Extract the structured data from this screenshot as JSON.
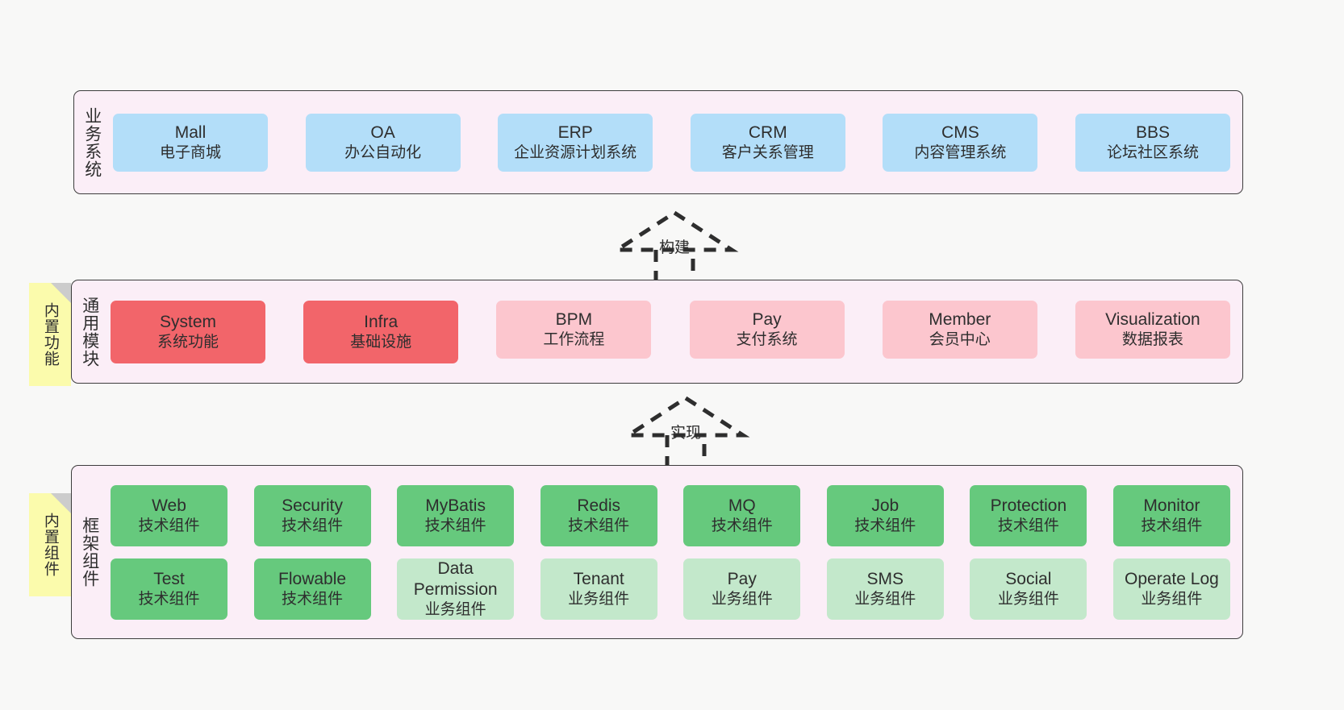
{
  "diagram": {
    "background_color": "#f8f8f7",
    "container_fill": "#fbeef7",
    "container_border": "#3d3d3d"
  },
  "layers": [
    {
      "id": "business-system",
      "label": "业务系统",
      "rows": [
        {
          "nodes": [
            {
              "en": "Mall",
              "cn": "电子商城",
              "color": "#b3def9",
              "style": "c-blue"
            },
            {
              "en": "OA",
              "cn": "办公自动化",
              "color": "#b3def9",
              "style": "c-blue"
            },
            {
              "en": "ERP",
              "cn": "企业资源计划系统",
              "color": "#b3def9",
              "style": "c-blue"
            },
            {
              "en": "CRM",
              "cn": "客户关系管理",
              "color": "#b3def9",
              "style": "c-blue"
            },
            {
              "en": "CMS",
              "cn": "内容管理系统",
              "color": "#b3def9",
              "style": "c-blue"
            },
            {
              "en": "BBS",
              "cn": "论坛社区系统",
              "color": "#b3def9",
              "style": "c-blue"
            }
          ]
        }
      ]
    },
    {
      "id": "common-module",
      "label": "通用模块",
      "sticky": "内置功能",
      "rows": [
        {
          "nodes": [
            {
              "en": "System",
              "cn": "系统功能",
              "color": "#f2656a",
              "style": "c-red"
            },
            {
              "en": "Infra",
              "cn": "基础设施",
              "color": "#f2656a",
              "style": "c-red"
            },
            {
              "en": "BPM",
              "cn": "工作流程",
              "color": "#fcc6ce",
              "style": "c-pink"
            },
            {
              "en": "Pay",
              "cn": "支付系统",
              "color": "#fcc6ce",
              "style": "c-pink"
            },
            {
              "en": "Member",
              "cn": "会员中心",
              "color": "#fcc6ce",
              "style": "c-pink"
            },
            {
              "en": "Visualization",
              "cn": "数据报表",
              "color": "#fcc6ce",
              "style": "c-pink"
            }
          ]
        }
      ]
    },
    {
      "id": "framework-component",
      "label": "框架组件",
      "sticky": "内置组件",
      "rows": [
        {
          "nodes": [
            {
              "en": "Web",
              "cn": "技术组件",
              "color": "#66c97d",
              "style": "c-green"
            },
            {
              "en": "Security",
              "cn": "技术组件",
              "color": "#66c97d",
              "style": "c-green"
            },
            {
              "en": "MyBatis",
              "cn": "技术组件",
              "color": "#66c97d",
              "style": "c-green"
            },
            {
              "en": "Redis",
              "cn": "技术组件",
              "color": "#66c97d",
              "style": "c-green"
            },
            {
              "en": "MQ",
              "cn": "技术组件",
              "color": "#66c97d",
              "style": "c-green"
            },
            {
              "en": "Job",
              "cn": "技术组件",
              "color": "#66c97d",
              "style": "c-green"
            },
            {
              "en": "Protection",
              "cn": "技术组件",
              "color": "#66c97d",
              "style": "c-green"
            },
            {
              "en": "Monitor",
              "cn": "技术组件",
              "color": "#66c97d",
              "style": "c-green"
            }
          ]
        },
        {
          "nodes": [
            {
              "en": "Test",
              "cn": "技术组件",
              "color": "#66c97d",
              "style": "c-green"
            },
            {
              "en": "Flowable",
              "cn": "技术组件",
              "color": "#66c97d",
              "style": "c-green"
            },
            {
              "en": "Data Permission",
              "cn": "业务组件",
              "color": "#c3e8cb",
              "style": "c-green-light"
            },
            {
              "en": "Tenant",
              "cn": "业务组件",
              "color": "#c3e8cb",
              "style": "c-green-light"
            },
            {
              "en": "Pay",
              "cn": "业务组件",
              "color": "#c3e8cb",
              "style": "c-green-light"
            },
            {
              "en": "SMS",
              "cn": "业务组件",
              "color": "#c3e8cb",
              "style": "c-green-light"
            },
            {
              "en": "Social",
              "cn": "业务组件",
              "color": "#c3e8cb",
              "style": "c-green-light"
            },
            {
              "en": "Operate Log",
              "cn": "业务组件",
              "color": "#c3e8cb",
              "style": "c-green-light"
            }
          ]
        }
      ]
    }
  ],
  "connectors": [
    {
      "id": "build",
      "label": "构建",
      "from": "common-module",
      "to": "business-system"
    },
    {
      "id": "implement",
      "label": "实现",
      "from": "framework-component",
      "to": "common-module"
    }
  ]
}
